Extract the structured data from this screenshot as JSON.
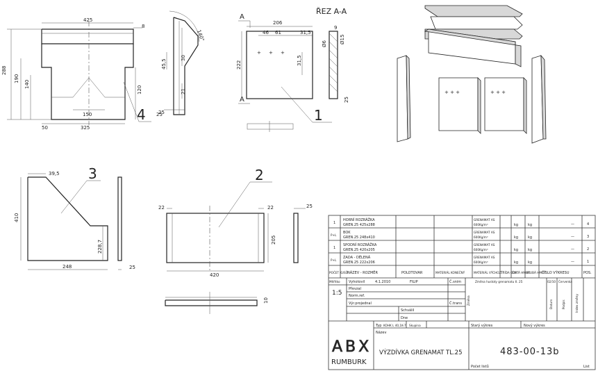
{
  "section_label": "ŘEZ A-A",
  "section_mark_top": "A",
  "section_mark_bottom": "A",
  "balloons": [
    "1",
    "2",
    "3",
    "4"
  ],
  "views": {
    "part4_front": {
      "dims": [
        "425",
        "8",
        "288",
        "190",
        "140",
        "120",
        "150",
        "325",
        "50",
        "25"
      ]
    },
    "part4_side": {
      "dims": [
        "140°",
        "45,5",
        "30",
        "21",
        "25"
      ]
    },
    "part1": {
      "dims": [
        "206",
        "46",
        "61",
        "31,5",
        "222",
        "31,5",
        "9",
        "Ø6",
        "Ø15",
        "25"
      ]
    },
    "part3": {
      "dims": [
        "39,5",
        "410",
        "228,7",
        "248",
        "25"
      ]
    },
    "part2": {
      "dims": [
        "22",
        "22",
        "25",
        "205",
        "420",
        "10"
      ]
    }
  },
  "parts_list": {
    "rows": [
      {
        "qty": "1",
        "name1": "HORNÍ ROZRÁŽKA",
        "name2": "GREN.25 425x288",
        "mat1": "GRENAMAT AS",
        "mat2": "600Kg/m³",
        "u1": "kg",
        "u2": "kg",
        "dash": "—",
        "pos": "4"
      },
      {
        "qty": "P+L",
        "name1": "BOK",
        "name2": "GREN.25 248x410",
        "mat1": "GRENAMAT AS",
        "mat2": "600Kg/m³",
        "u1": "kg",
        "u2": "kg",
        "dash": "—",
        "pos": "3"
      },
      {
        "qty": "1",
        "name1": "SPODNÍ ROZRÁŽKA",
        "name2": "GREN.25 420x205",
        "mat1": "GRENAMAT AS",
        "mat2": "600Kg/m³",
        "u1": "kg",
        "u2": "kg",
        "dash": "—",
        "pos": "2"
      },
      {
        "qty": "P+L",
        "name1": "ZADA - DĚLENÁ",
        "name2": "GREN.25 222x206",
        "mat1": "GRENAMAT AS",
        "mat2": "600Kg/m³",
        "u1": "kg",
        "u2": "kg",
        "dash": "—",
        "pos": "1"
      }
    ],
    "header": {
      "qty": "POČET KUSŮ",
      "name": "NÁZEV - ROZMĚR",
      "semi": "POLOTOVAR",
      "matfin": "MATERIÁL KONEČNÝ",
      "matin": "MATERIÁL VÝCHOZÍ",
      "cls": "TŘÍDA ODP.",
      "net": "ČISTÁ HMOT.",
      "gross": "HRUBÁ HMOT.",
      "drawno": "ČÍSLO VÝKRESU",
      "pos": "POS."
    }
  },
  "title_block": {
    "scale_label": "Měřítko",
    "scale": "1:5",
    "drawn_label": "Vyhotovil",
    "drawn_date": "4.1.2010",
    "drawn_name": "FILIP",
    "checked": "Převzal",
    "norm": "Norm.ref.",
    "tech": "Výr.projednal",
    "approved": "Schválil",
    "day": "Dne",
    "c_snim": "Č.snim",
    "c_trans": "Č.trans",
    "change_text": "Změna hustoty grenamatu tl. 25",
    "change_date": "02/10",
    "change_mark": "Červenka",
    "changes_vert": "Změna",
    "date_vert": "Datum",
    "sign_vert": "Podpis",
    "index_vert": "Index změny",
    "typ": "Typ",
    "typ_val": "KOHK L 40,1K-7",
    "skupina": "Skupina",
    "old_draw": "Starý výkres",
    "new_draw": "Nový výkres",
    "nazev": "Název",
    "company1": "ABX",
    "company2": "RUMBURK",
    "title": "VÝZDÍVKA GRENAMAT TL.25",
    "number": "483-00-13b",
    "sheets": "Počet listů",
    "sheet": "List"
  }
}
